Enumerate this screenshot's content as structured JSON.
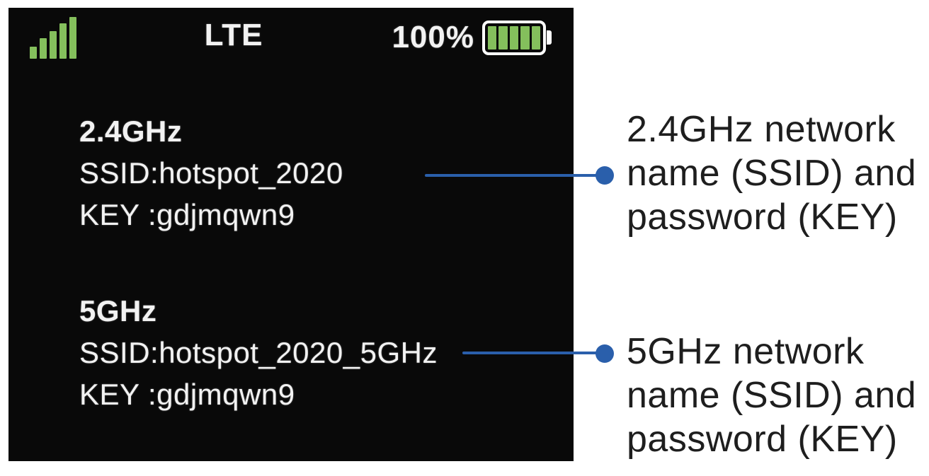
{
  "figure": {
    "background": "#ffffff"
  },
  "device_screen": {
    "background": "#090909",
    "text_color": "#f2f2f2",
    "status_bar": {
      "signal_icon": "signal-strength-5-bars",
      "signal_color": "#84bf5c",
      "network_type": "LTE",
      "battery_percent": "100%",
      "battery_icon": "battery-full-5-segments",
      "battery_fill_color": "#84bf5c",
      "battery_outline_color": "#ffffff"
    },
    "networks": [
      {
        "band": "2.4GHz",
        "ssid_line": "SSID:hotspot_2020",
        "key_line": "KEY :gdjmqwn9"
      },
      {
        "band": "5GHz",
        "ssid_line": "SSID:hotspot_2020_5GHz",
        "key_line": "KEY :gdjmqwn9"
      }
    ]
  },
  "callouts": [
    {
      "color": "#2a5fab",
      "lines": [
        "2.4GHz network",
        "name (SSID) and",
        "password (KEY)"
      ]
    },
    {
      "color": "#2a5fab",
      "lines": [
        "5GHz network",
        "name (SSID) and",
        "password (KEY)"
      ]
    }
  ]
}
